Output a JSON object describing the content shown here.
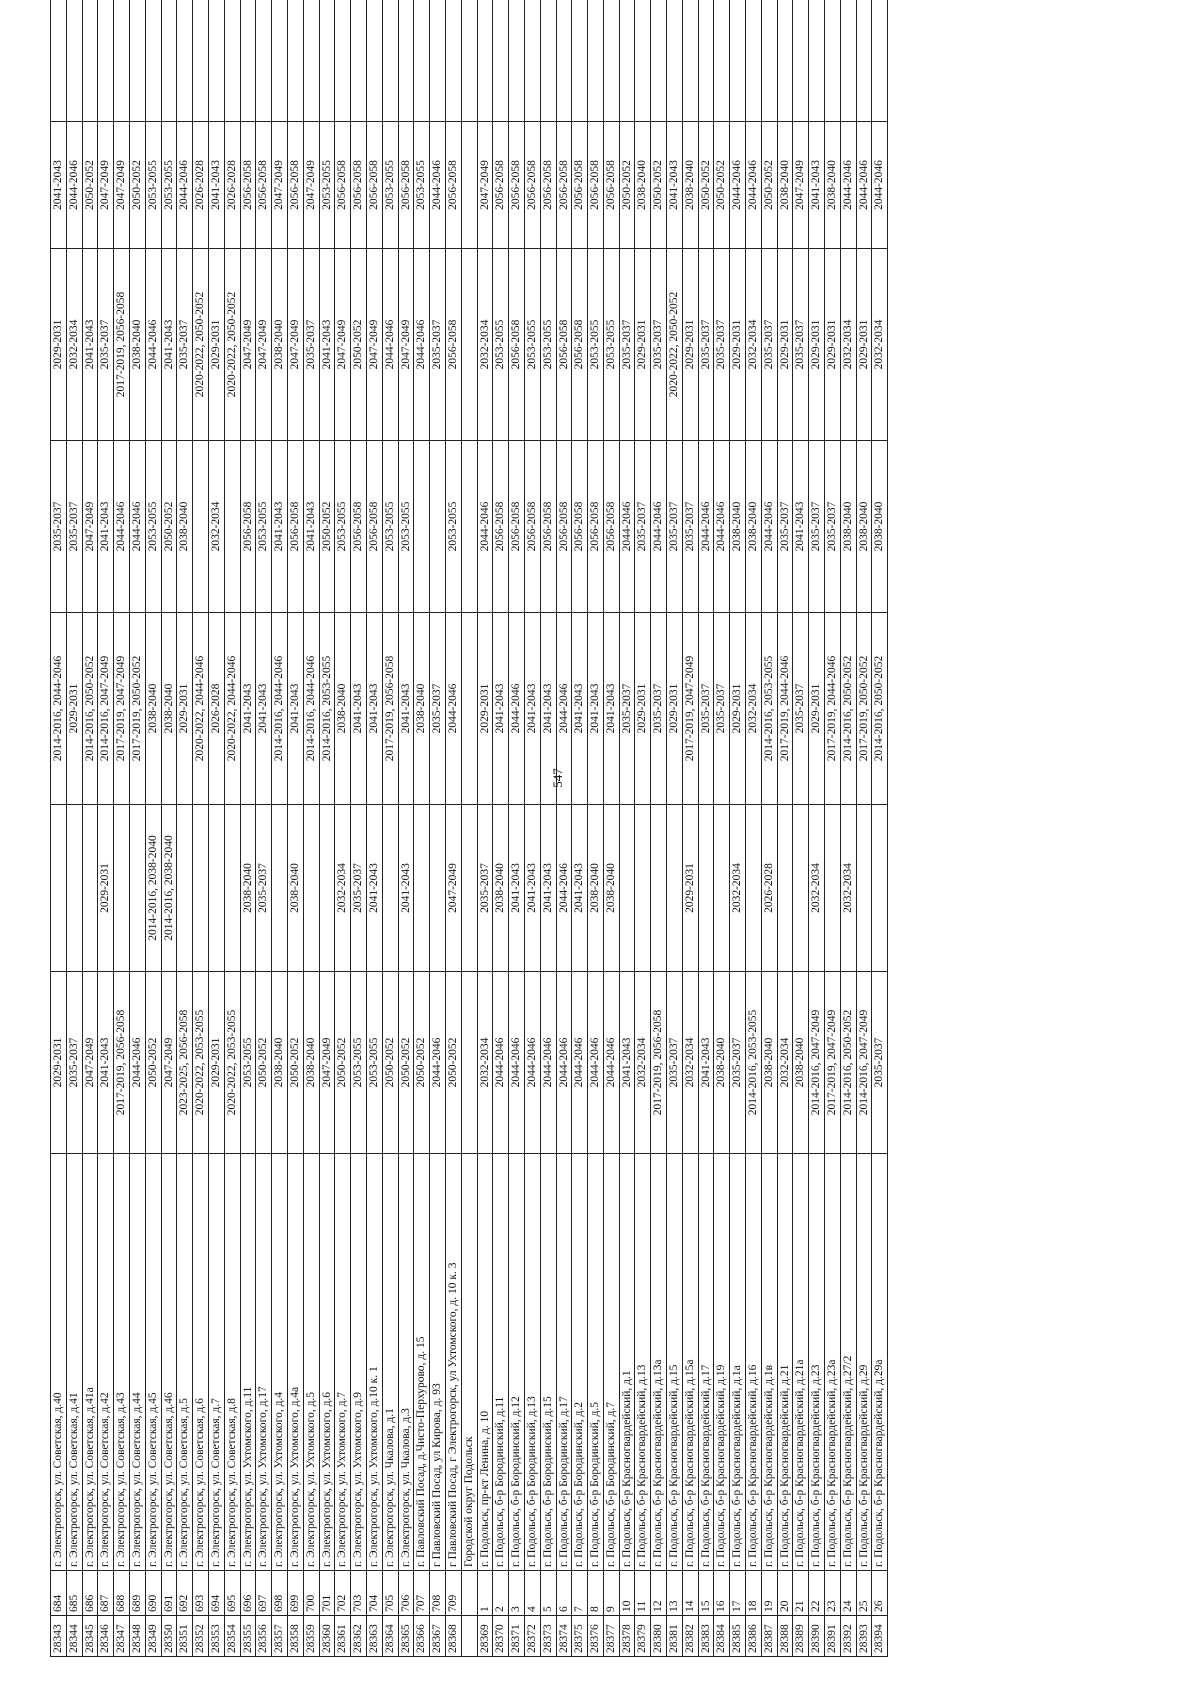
{
  "page_number": "547",
  "rows": [
    {
      "id": "28343",
      "n": "684",
      "addr": "г. Электрогорск, ул. Советская, д.40",
      "y1": "2029-2031",
      "y2": "",
      "y3": "2014-2016, 2044-2046",
      "y4": "2035-2037",
      "y5": "2029-2031",
      "y6": "2041-2043",
      "y7": ""
    },
    {
      "id": "28344",
      "n": "685",
      "addr": "г. Электрогорск, ул. Советская, д.41",
      "y1": "2035-2037",
      "y2": "",
      "y3": "2029-2031",
      "y4": "2035-2037",
      "y5": "2032-2034",
      "y6": "2044-2046",
      "y7": ""
    },
    {
      "id": "28345",
      "n": "686",
      "addr": "г. Электрогорск, ул. Советская, д.41а",
      "y1": "2047-2049",
      "y2": "",
      "y3": "2014-2016, 2050-2052",
      "y4": "2047-2049",
      "y5": "2041-2043",
      "y6": "2050-2052",
      "y7": ""
    },
    {
      "id": "28346",
      "n": "687",
      "addr": "г. Электрогорск, ул. Советская, д.42",
      "y1": "2041-2043",
      "y2": "2029-2031",
      "y3": "2014-2016, 2047-2049",
      "y4": "2041-2043",
      "y5": "2035-2037",
      "y6": "2047-2049",
      "y7": ""
    },
    {
      "id": "28347",
      "n": "688",
      "addr": "г. Электрогорск, ул. Советская, д.43",
      "y1": "2017-2019, 2056-2058",
      "y2": "",
      "y3": "2017-2019, 2047-2049",
      "y4": "2044-2046",
      "y5": "2017-2019, 2056-2058",
      "y6": "2047-2049",
      "y7": ""
    },
    {
      "id": "28348",
      "n": "689",
      "addr": "г. Электрогорск, ул. Советская, д.44",
      "y1": "2044-2046",
      "y2": "",
      "y3": "2017-2019, 2050-2052",
      "y4": "2044-2046",
      "y5": "2038-2040",
      "y6": "2050-2052",
      "y7": ""
    },
    {
      "id": "28349",
      "n": "690",
      "addr": "г. Электрогорск, ул. Советская, д.45",
      "y1": "2050-2052",
      "y2": "2014-2016, 2038-2040",
      "y3": "2038-2040",
      "y4": "2053-2055",
      "y5": "2044-2046",
      "y6": "2053-2055",
      "y7": ""
    },
    {
      "id": "28350",
      "n": "691",
      "addr": "г. Электрогорск, ул. Советская, д.46",
      "y1": "2047-2049",
      "y2": "2014-2016, 2038-2040",
      "y3": "2038-2040",
      "y4": "2050-2052",
      "y5": "2041-2043",
      "y6": "2053-2055",
      "y7": ""
    },
    {
      "id": "28351",
      "n": "692",
      "addr": "г. Электрогорск, ул. Советская, д.5",
      "y1": "2023-2025, 2056-2058",
      "y2": "",
      "y3": "2029-2031",
      "y4": "2038-2040",
      "y5": "2035-2037",
      "y6": "2044-2046",
      "y7": ""
    },
    {
      "id": "28352",
      "n": "693",
      "addr": "г. Электрогорск, ул. Советская, д.6",
      "y1": "2020-2022, 2053-2055",
      "y2": "",
      "y3": "2020-2022, 2044-2046",
      "y4": "",
      "y5": "2020-2022, 2050-2052",
      "y6": "2026-2028",
      "y7": ""
    },
    {
      "id": "28353",
      "n": "694",
      "addr": "г. Электрогорск, ул. Советская, д.7",
      "y1": "2029-2031",
      "y2": "",
      "y3": "2026-2028",
      "y4": "2032-2034",
      "y5": "2029-2031",
      "y6": "2041-2043",
      "y7": ""
    },
    {
      "id": "28354",
      "n": "695",
      "addr": "г. Электрогорск, ул. Советская, д.8",
      "y1": "2020-2022, 2053-2055",
      "y2": "",
      "y3": "2020-2022, 2044-2046",
      "y4": "",
      "y5": "2020-2022, 2050-2052",
      "y6": "2026-2028",
      "y7": ""
    },
    {
      "id": "28355",
      "n": "696",
      "addr": "г. Электрогорск, ул. Ухтомского, д.11",
      "y1": "2053-2055",
      "y2": "2038-2040",
      "y3": "2041-2043",
      "y4": "2056-2058",
      "y5": "2047-2049",
      "y6": "2056-2058",
      "y7": ""
    },
    {
      "id": "28356",
      "n": "697",
      "addr": "г. Электрогорск, ул. Ухтомского, д.17",
      "y1": "2050-2052",
      "y2": "2035-2037",
      "y3": "2041-2043",
      "y4": "2053-2055",
      "y5": "2047-2049",
      "y6": "2056-2058",
      "y7": ""
    },
    {
      "id": "28357",
      "n": "698",
      "addr": "г. Электрогорск, ул. Ухтомского, д.4",
      "y1": "2038-2040",
      "y2": "",
      "y3": "2014-2016, 2044-2046",
      "y4": "2041-2043",
      "y5": "2038-2040",
      "y6": "2047-2049",
      "y7": ""
    },
    {
      "id": "28358",
      "n": "699",
      "addr": "г. Электрогорск, ул. Ухтомского, д.4а",
      "y1": "2050-2052",
      "y2": "2038-2040",
      "y3": "2041-2043",
      "y4": "2056-2058",
      "y5": "2047-2049",
      "y6": "2056-2058",
      "y7": ""
    },
    {
      "id": "28359",
      "n": "700",
      "addr": "г. Электрогорск, ул. Ухтомского, д.5",
      "y1": "2038-2040",
      "y2": "",
      "y3": "2014-2016, 2044-2046",
      "y4": "2041-2043",
      "y5": "2035-2037",
      "y6": "2047-2049",
      "y7": ""
    },
    {
      "id": "28360",
      "n": "701",
      "addr": "г. Электрогорск, ул. Ухтомского, д.6",
      "y1": "2047-2049",
      "y2": "",
      "y3": "2014-2016, 2053-2055",
      "y4": "2050-2052",
      "y5": "2041-2043",
      "y6": "2053-2055",
      "y7": ""
    },
    {
      "id": "28361",
      "n": "702",
      "addr": "г. Электрогорск, ул. Ухтомского, д.7",
      "y1": "2050-2052",
      "y2": "2032-2034",
      "y3": "2038-2040",
      "y4": "2053-2055",
      "y5": "2047-2049",
      "y6": "2056-2058",
      "y7": ""
    },
    {
      "id": "28362",
      "n": "703",
      "addr": "г. Электрогорск, ул. Ухтомского, д.9",
      "y1": "2053-2055",
      "y2": "2035-2037",
      "y3": "2041-2043",
      "y4": "2056-2058",
      "y5": "2050-2052",
      "y6": "2056-2058",
      "y7": ""
    },
    {
      "id": "28363",
      "n": "704",
      "addr": "г. Электрогорск, ул. Ухтомского, д.10 к. 1",
      "y1": "2053-2055",
      "y2": "2041-2043",
      "y3": "2041-2043",
      "y4": "2056-2058",
      "y5": "2047-2049",
      "y6": "2056-2058",
      "y7": ""
    },
    {
      "id": "28364",
      "n": "705",
      "addr": "г. Электрогорск, ул. Чкалова, д.1",
      "y1": "2050-2052",
      "y2": "",
      "y3": "2017-2019, 2056-2058",
      "y4": "2053-2055",
      "y5": "2044-2046",
      "y6": "2053-2055",
      "y7": ""
    },
    {
      "id": "28365",
      "n": "706",
      "addr": "г. Электрогорск, ул. Чкалова, д.3",
      "y1": "2050-2052",
      "y2": "2041-2043",
      "y3": "2041-2043",
      "y4": "2053-2055",
      "y5": "2047-2049",
      "y6": "2056-2058",
      "y7": ""
    },
    {
      "id": "28366",
      "n": "707",
      "addr": "г. Павловский Посад, д.Чисто-Перхурово, д. 15",
      "y1": "2050-2052",
      "y2": "",
      "y3": "2038-2040",
      "y4": "",
      "y5": "2044-2046",
      "y6": "2053-2055",
      "y7": ""
    },
    {
      "id": "28367",
      "n": "708",
      "addr": "г Павловский Посад, ул Кирова, д. 93",
      "y1": "2044-2046",
      "y2": "",
      "y3": "2035-2037",
      "y4": "",
      "y5": "2035-2037",
      "y6": "2044-2046",
      "y7": ""
    },
    {
      "id": "28368",
      "n": "709",
      "addr": "г Павловский Посад, г Электрогорск, ул Ухтомского, д. 10 к. 3",
      "y1": "2050-2052",
      "y2": "2047-2049",
      "y3": "2044-2046",
      "y4": "2053-2055",
      "y5": "2056-2058",
      "y6": "2056-2058",
      "y7": ""
    },
    {
      "id": "",
      "n": "",
      "addr": "Городской округ Подольск",
      "y1": "",
      "y2": "",
      "y3": "",
      "y4": "",
      "y5": "",
      "y6": "",
      "y7": ""
    },
    {
      "id": "28369",
      "n": "1",
      "addr": "г. Подольск, пр-кт Ленина, д. 10",
      "y1": "2032-2034",
      "y2": "2035-2037",
      "y3": "2029-2031",
      "y4": "2044-2046",
      "y5": "2032-2034",
      "y6": "2047-2049",
      "y7": ""
    },
    {
      "id": "28370",
      "n": "2",
      "addr": "г. Подольск, б-р Бородинский, д.11",
      "y1": "2044-2046",
      "y2": "2038-2040",
      "y3": "2041-2043",
      "y4": "2056-2058",
      "y5": "2053-2055",
      "y6": "2056-2058",
      "y7": ""
    },
    {
      "id": "28371",
      "n": "3",
      "addr": "г. Подольск, б-р Бородинский, д.12",
      "y1": "2044-2046",
      "y2": "2041-2043",
      "y3": "2044-2046",
      "y4": "2056-2058",
      "y5": "2056-2058",
      "y6": "2056-2058",
      "y7": ""
    },
    {
      "id": "28372",
      "n": "4",
      "addr": "г. Подольск, б-р Бородинский, д.13",
      "y1": "2044-2046",
      "y2": "2041-2043",
      "y3": "2041-2043",
      "y4": "2056-2058",
      "y5": "2053-2055",
      "y6": "2056-2058",
      "y7": ""
    },
    {
      "id": "28373",
      "n": "5",
      "addr": "г. Подольск, б-р Бородинский, д.15",
      "y1": "2044-2046",
      "y2": "2041-2043",
      "y3": "2041-2043",
      "y4": "2056-2058",
      "y5": "2053-2055",
      "y6": "2056-2058",
      "y7": ""
    },
    {
      "id": "28374",
      "n": "6",
      "addr": "г. Подольск, б-р Бородинский, д.17",
      "y1": "2044-2046",
      "y2": "2044-2046",
      "y3": "2044-2046",
      "y4": "2056-2058",
      "y5": "2056-2058",
      "y6": "2056-2058",
      "y7": ""
    },
    {
      "id": "28375",
      "n": "7",
      "addr": "г. Подольск, б-р Бородинский, д.2",
      "y1": "2044-2046",
      "y2": "2041-2043",
      "y3": "2041-2043",
      "y4": "2056-2058",
      "y5": "2056-2058",
      "y6": "2056-2058",
      "y7": ""
    },
    {
      "id": "28376",
      "n": "8",
      "addr": "г. Подольск, б-р Бородинский, д.5",
      "y1": "2044-2046",
      "y2": "2038-2040",
      "y3": "2041-2043",
      "y4": "2056-2058",
      "y5": "2053-2055",
      "y6": "2056-2058",
      "y7": ""
    },
    {
      "id": "28377",
      "n": "9",
      "addr": "г. Подольск, б-р Бородинский, д.7",
      "y1": "2044-2046",
      "y2": "2038-2040",
      "y3": "2041-2043",
      "y4": "2056-2058",
      "y5": "2053-2055",
      "y6": "2056-2058",
      "y7": ""
    },
    {
      "id": "28378",
      "n": "10",
      "addr": "г. Подольск, б-р Красногвардейский, д.1",
      "y1": "2041-2043",
      "y2": "",
      "y3": "2035-2037",
      "y4": "2044-2046",
      "y5": "2035-2037",
      "y6": "2050-2052",
      "y7": ""
    },
    {
      "id": "28379",
      "n": "11",
      "addr": "г. Подольск, б-р Красногвардейский, д.13",
      "y1": "2032-2034",
      "y2": "",
      "y3": "2029-2031",
      "y4": "2035-2037",
      "y5": "2029-2031",
      "y6": "2038-2040",
      "y7": ""
    },
    {
      "id": "28380",
      "n": "12",
      "addr": "г. Подольск, б-р Красногвардейский, д.13а",
      "y1": "2017-2019, 2056-2058",
      "y2": "",
      "y3": "2035-2037",
      "y4": "2044-2046",
      "y5": "2035-2037",
      "y6": "2050-2052",
      "y7": ""
    },
    {
      "id": "28381",
      "n": "13",
      "addr": "г. Подольск, б-р Красногвардейский, д.15",
      "y1": "2035-2037",
      "y2": "",
      "y3": "2029-2031",
      "y4": "2035-2037",
      "y5": "2020-2022, 2050-2052",
      "y6": "2041-2043",
      "y7": ""
    },
    {
      "id": "28382",
      "n": "14",
      "addr": "г. Подольск, б-р Красногвардейский, д.15а",
      "y1": "2032-2034",
      "y2": "2029-2031",
      "y3": "2017-2019, 2047-2049",
      "y4": "2035-2037",
      "y5": "2029-2031",
      "y6": "2038-2040",
      "y7": ""
    },
    {
      "id": "28383",
      "n": "15",
      "addr": "г. Подольск, б-р Красногвардейский, д.17",
      "y1": "2041-2043",
      "y2": "",
      "y3": "2035-2037",
      "y4": "2044-2046",
      "y5": "2035-2037",
      "y6": "2050-2052",
      "y7": ""
    },
    {
      "id": "28384",
      "n": "16",
      "addr": "г. Подольск, б-р Красногвардейский, д.19",
      "y1": "2038-2040",
      "y2": "",
      "y3": "2035-2037",
      "y4": "2044-2046",
      "y5": "2035-2037",
      "y6": "2050-2052",
      "y7": ""
    },
    {
      "id": "28385",
      "n": "17",
      "addr": "г. Подольск, б-р Красногвардейский, д.1а",
      "y1": "2035-2037",
      "y2": "2032-2034",
      "y3": "2029-2031",
      "y4": "2038-2040",
      "y5": "2029-2031",
      "y6": "2044-2046",
      "y7": ""
    },
    {
      "id": "28386",
      "n": "18",
      "addr": "г. Подольск, б-р Красногвардейский, д.16",
      "y1": "2014-2016, 2053-2055",
      "y2": "",
      "y3": "2032-2034",
      "y4": "2038-2040",
      "y5": "2032-2034",
      "y6": "2044-2046",
      "y7": ""
    },
    {
      "id": "28387",
      "n": "19",
      "addr": "г. Подольск, б-р Красногвардейский, д.1в",
      "y1": "2038-2040",
      "y2": "2026-2028",
      "y3": "2014-2016, 2053-2055",
      "y4": "2044-2046",
      "y5": "2035-2037",
      "y6": "2050-2052",
      "y7": ""
    },
    {
      "id": "28388",
      "n": "20",
      "addr": "г. Подольск, б-р Красногвардейский, д.21",
      "y1": "2032-2034",
      "y2": "",
      "y3": "2017-2019, 2044-2046",
      "y4": "2035-2037",
      "y5": "2029-2031",
      "y6": "2038-2040",
      "y7": ""
    },
    {
      "id": "28389",
      "n": "21",
      "addr": "г. Подольск, б-р Красногвардейский, д.21а",
      "y1": "2038-2040",
      "y2": "",
      "y3": "2035-2037",
      "y4": "2041-2043",
      "y5": "2035-2037",
      "y6": "2047-2049",
      "y7": ""
    },
    {
      "id": "28390",
      "n": "22",
      "addr": "г. Подольск, б-р Красногвардейский, д.23",
      "y1": "2014-2016, 2047-2049",
      "y2": "2032-2034",
      "y3": "2029-2031",
      "y4": "2035-2037",
      "y5": "2029-2031",
      "y6": "2041-2043",
      "y7": ""
    },
    {
      "id": "28391",
      "n": "23",
      "addr": "г. Подольск, б-р Красногвардейский, д.23а",
      "y1": "2017-2019, 2047-2049",
      "y2": "",
      "y3": "2017-2019, 2044-2046",
      "y4": "2035-2037",
      "y5": "2029-2031",
      "y6": "2038-2040",
      "y7": ""
    },
    {
      "id": "28392",
      "n": "24",
      "addr": "г. Подольск, б-р Красногвардейский, д.27/2",
      "y1": "2014-2016, 2050-2052",
      "y2": "2032-2034",
      "y3": "2014-2016, 2050-2052",
      "y4": "2038-2040",
      "y5": "2032-2034",
      "y6": "2044-2046",
      "y7": ""
    },
    {
      "id": "28393",
      "n": "25",
      "addr": "г. Подольск, б-р Красногвардейский, д.29",
      "y1": "2014-2016, 2047-2049",
      "y2": "",
      "y3": "2017-2019, 2050-2052",
      "y4": "2038-2040",
      "y5": "2029-2031",
      "y6": "2044-2046",
      "y7": ""
    },
    {
      "id": "28394",
      "n": "26",
      "addr": "г. Подольск, б-р Красногвардейский, д.29а",
      "y1": "2035-2037",
      "y2": "",
      "y3": "2014-2016, 2050-2052",
      "y4": "2038-2040",
      "y5": "2032-2034",
      "y6": "2044-2046",
      "y7": ""
    }
  ]
}
